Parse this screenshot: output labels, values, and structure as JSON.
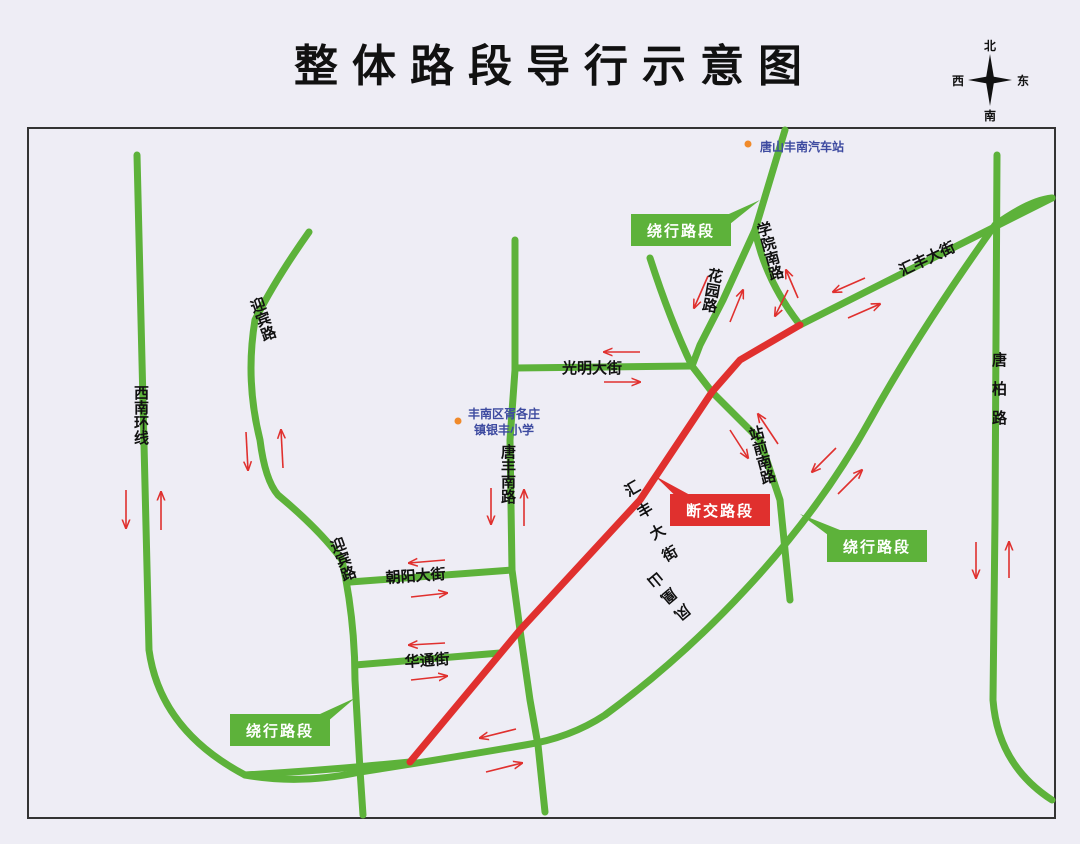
{
  "title": "整体路段导行示意图",
  "compass": {
    "north": "北",
    "south": "南",
    "west": "西",
    "east": "东"
  },
  "roads": {
    "xinanhuanxian": "西南环线",
    "yingbinlu_upper": "迎宾路",
    "yingbinlu_lower": "迎宾路",
    "tangfengnanlu": "唐丰南路",
    "guangmingdajie": "光明大街",
    "huayuanlu": "花园路",
    "xueyuannanlu": "学院南路",
    "huifengdajie": "汇丰大街",
    "zhanqiannanlu": "站前南路",
    "tangbolu": "唐柏路",
    "huifengdajie_diag": "汇丰大街",
    "chaoyangdajie": "朝阳大街",
    "huatongjie": "华通街",
    "fuyishan": "凤凰山"
  },
  "pois": {
    "bus_station": "唐山丰南汽车站",
    "school_line1": "丰南区胥各庄",
    "school_line2": "镇银丰小学"
  },
  "callouts": {
    "detour_top": "绕行路段",
    "detour_right": "绕行路段",
    "detour_left": "绕行路段",
    "closed": "断交路段"
  },
  "colors": {
    "road": "#5db23a",
    "closed": "#e0302e",
    "arrow": "#e0302e",
    "poi_dot": "#f08a2a",
    "background": "#eeedf5",
    "frame": "#333333"
  }
}
